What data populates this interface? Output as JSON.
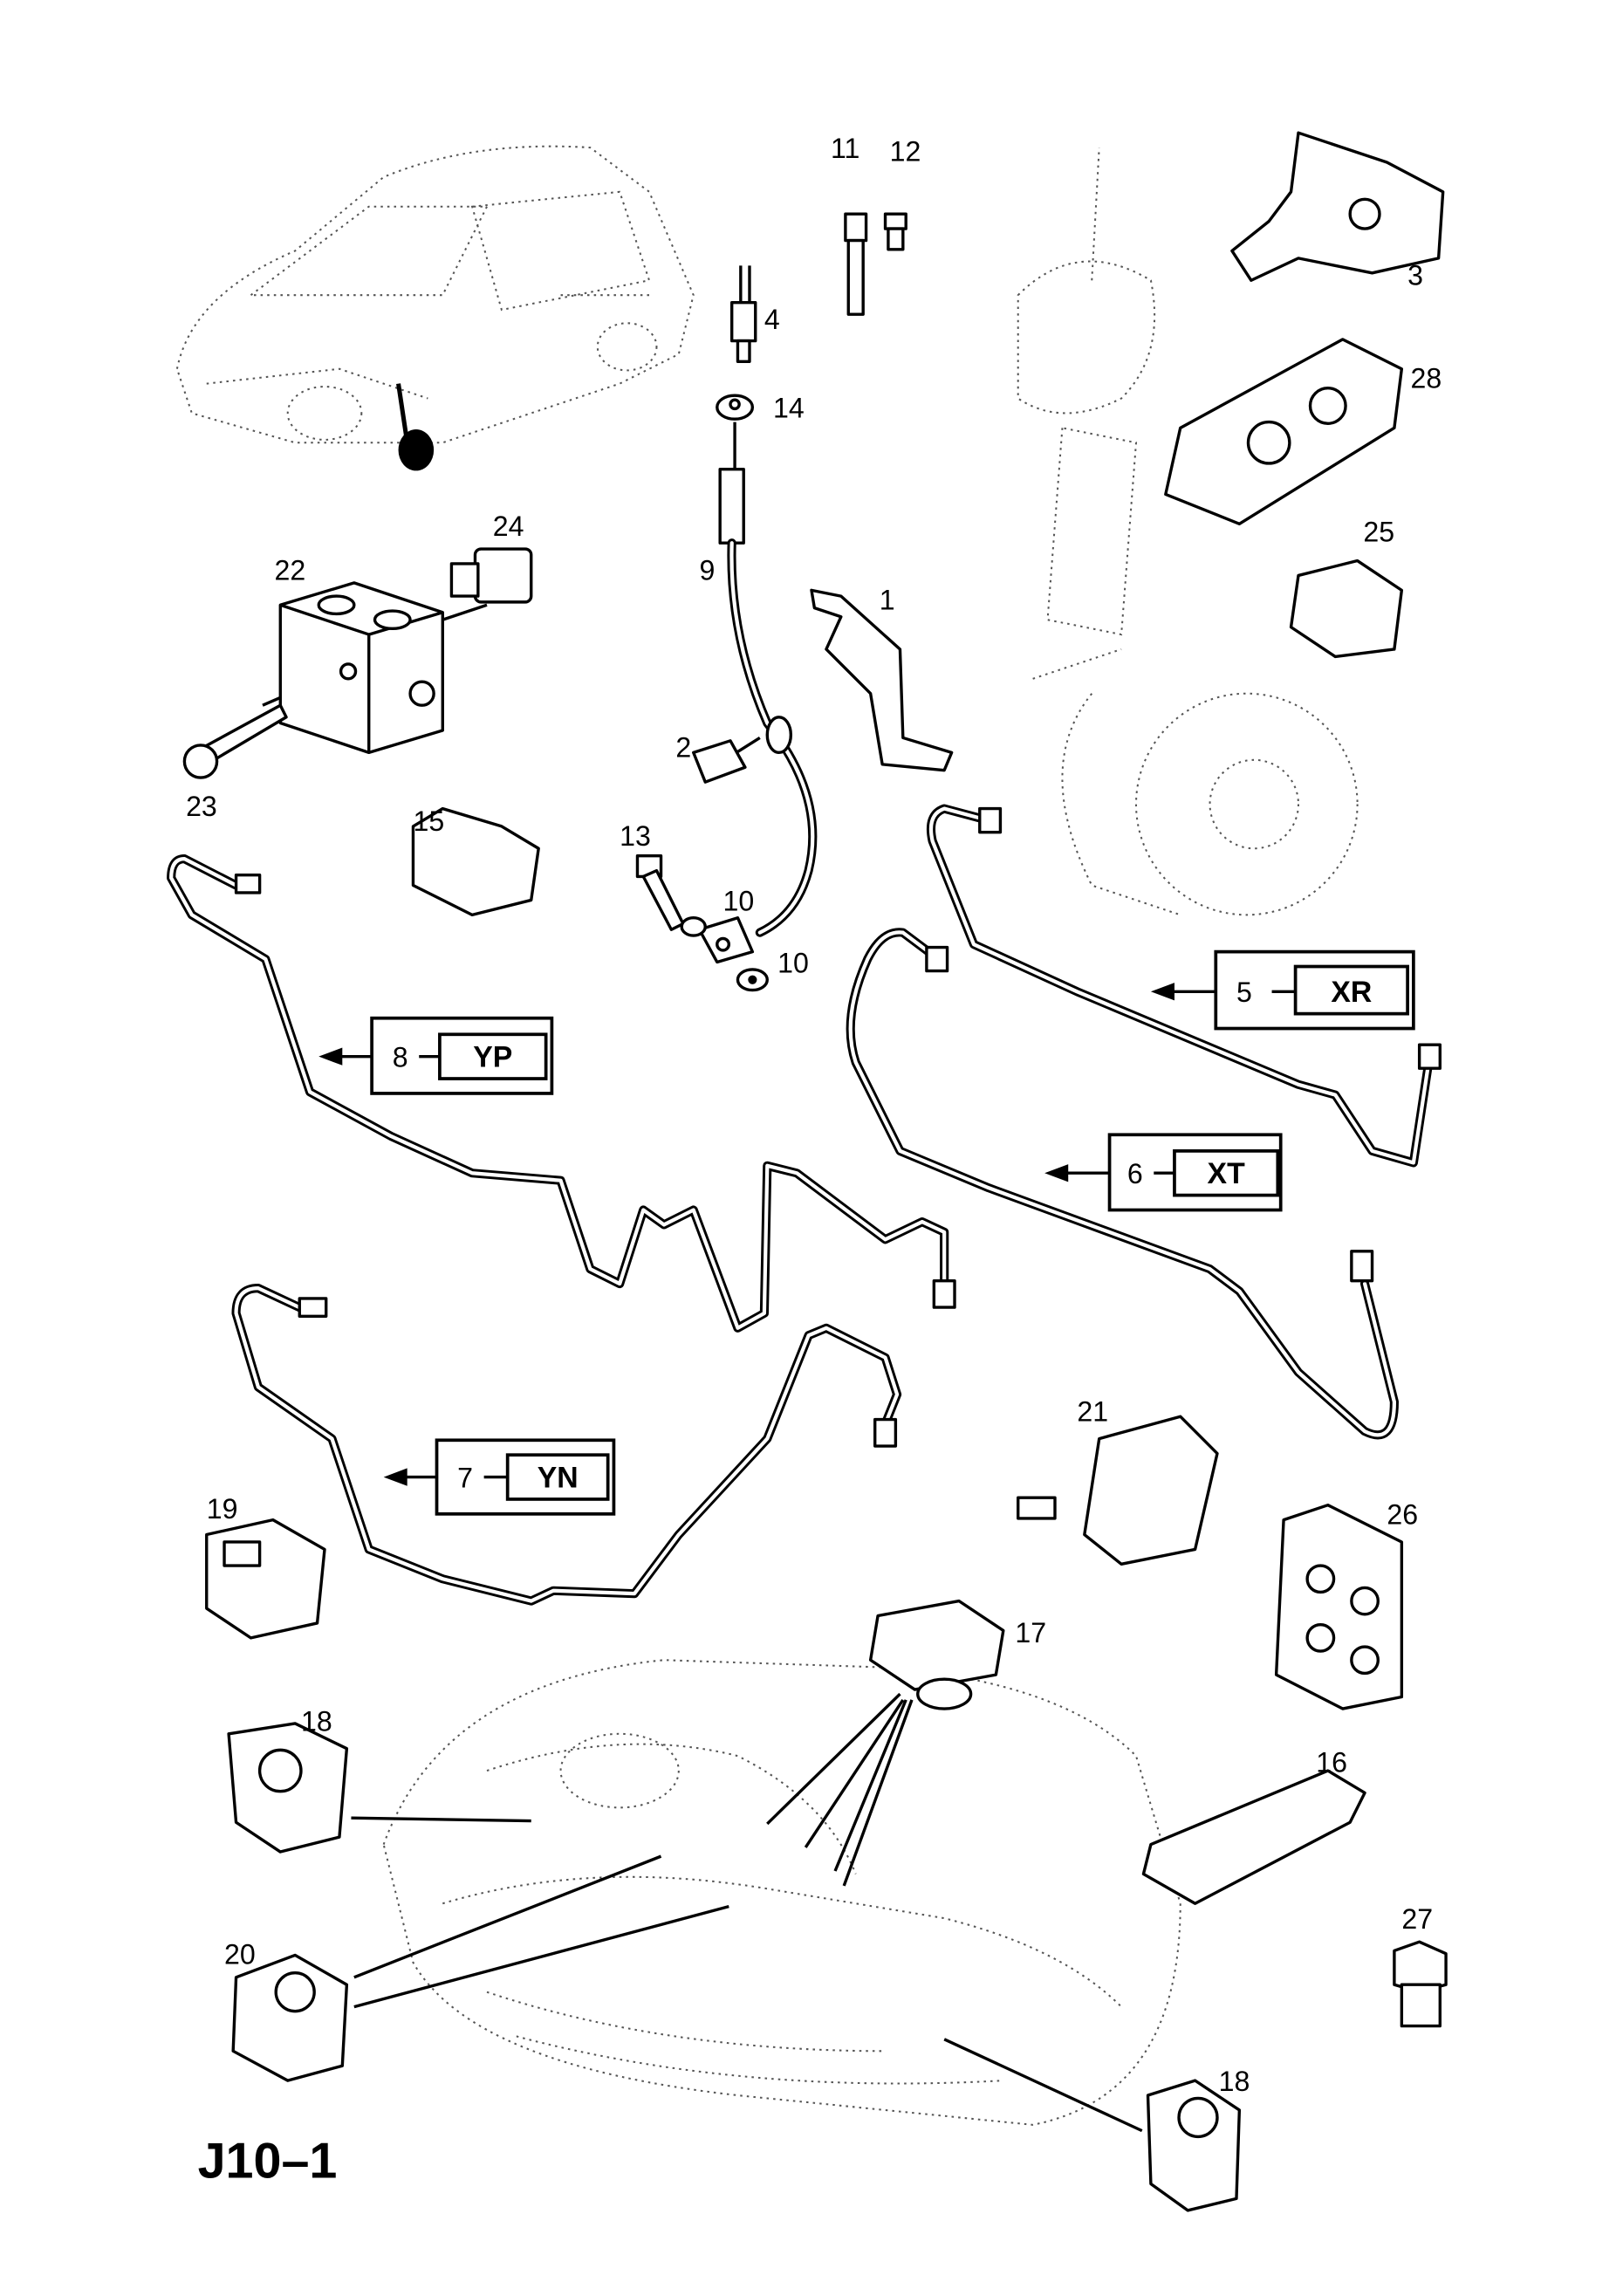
{
  "diagram": {
    "page_code": "J10–1",
    "part_labels": [
      "11",
      "12",
      "4",
      "3",
      "28",
      "14",
      "24",
      "22",
      "9",
      "1",
      "25",
      "2",
      "23",
      "15",
      "13",
      "10",
      "10",
      "21",
      "26",
      "19",
      "17",
      "18",
      "16",
      "27",
      "20",
      "18"
    ],
    "pipe_callouts": [
      {
        "number": "5",
        "code": "XR"
      },
      {
        "number": "6",
        "code": "XT"
      },
      {
        "number": "8",
        "code": "YP"
      },
      {
        "number": "7",
        "code": "YN"
      }
    ],
    "colors": {
      "line": "#000000",
      "background": "#ffffff"
    }
  }
}
